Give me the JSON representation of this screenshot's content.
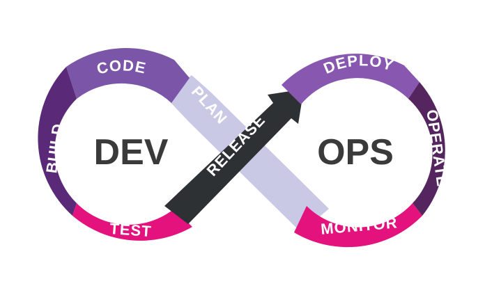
{
  "diagram": {
    "left_title": "DEV",
    "right_title": "OPS",
    "stages": {
      "plan": "PLAN",
      "code": "CODE",
      "build": "BUILD",
      "test": "TEST",
      "release": "RELEASE",
      "deploy": "DEPLOY",
      "operate": "OPERATE",
      "monitor": "MONITOR"
    }
  },
  "colors": {
    "plan": "#c9c9e6",
    "code": "#7a55a8",
    "build": "#5a2a78",
    "test": "#e3127d",
    "release": "#2e3133",
    "deploy": "#8858b0",
    "operate": "#54255f",
    "monitor": "#e3127d",
    "big_text": "#3a3a3a",
    "segment_text": "#ffffff",
    "plan_text": "#ffffff"
  }
}
